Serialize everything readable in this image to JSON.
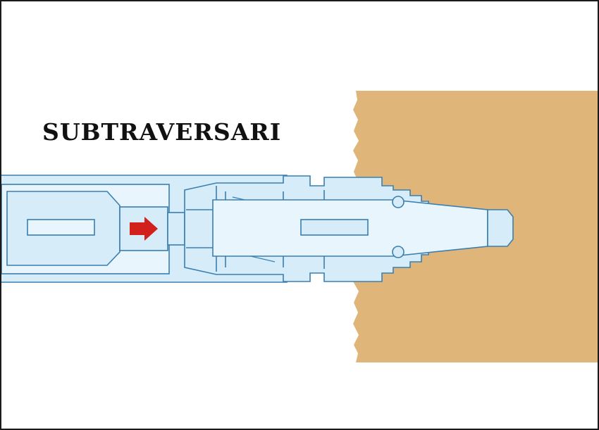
{
  "diagram": {
    "title": "SUBTRAVERSARI",
    "colors": {
      "ground": "#e0b57a",
      "tool_fill": "#d6ecf8",
      "tool_fill_light": "#e8f5fc",
      "tool_outline": "#3a7fb0",
      "arrow": "#d2201c",
      "border": "#1a1a1a"
    },
    "parts": [
      "ground",
      "tool-body",
      "piston",
      "direction-arrow",
      "threaded-coupling",
      "conical-head",
      "tip"
    ]
  }
}
